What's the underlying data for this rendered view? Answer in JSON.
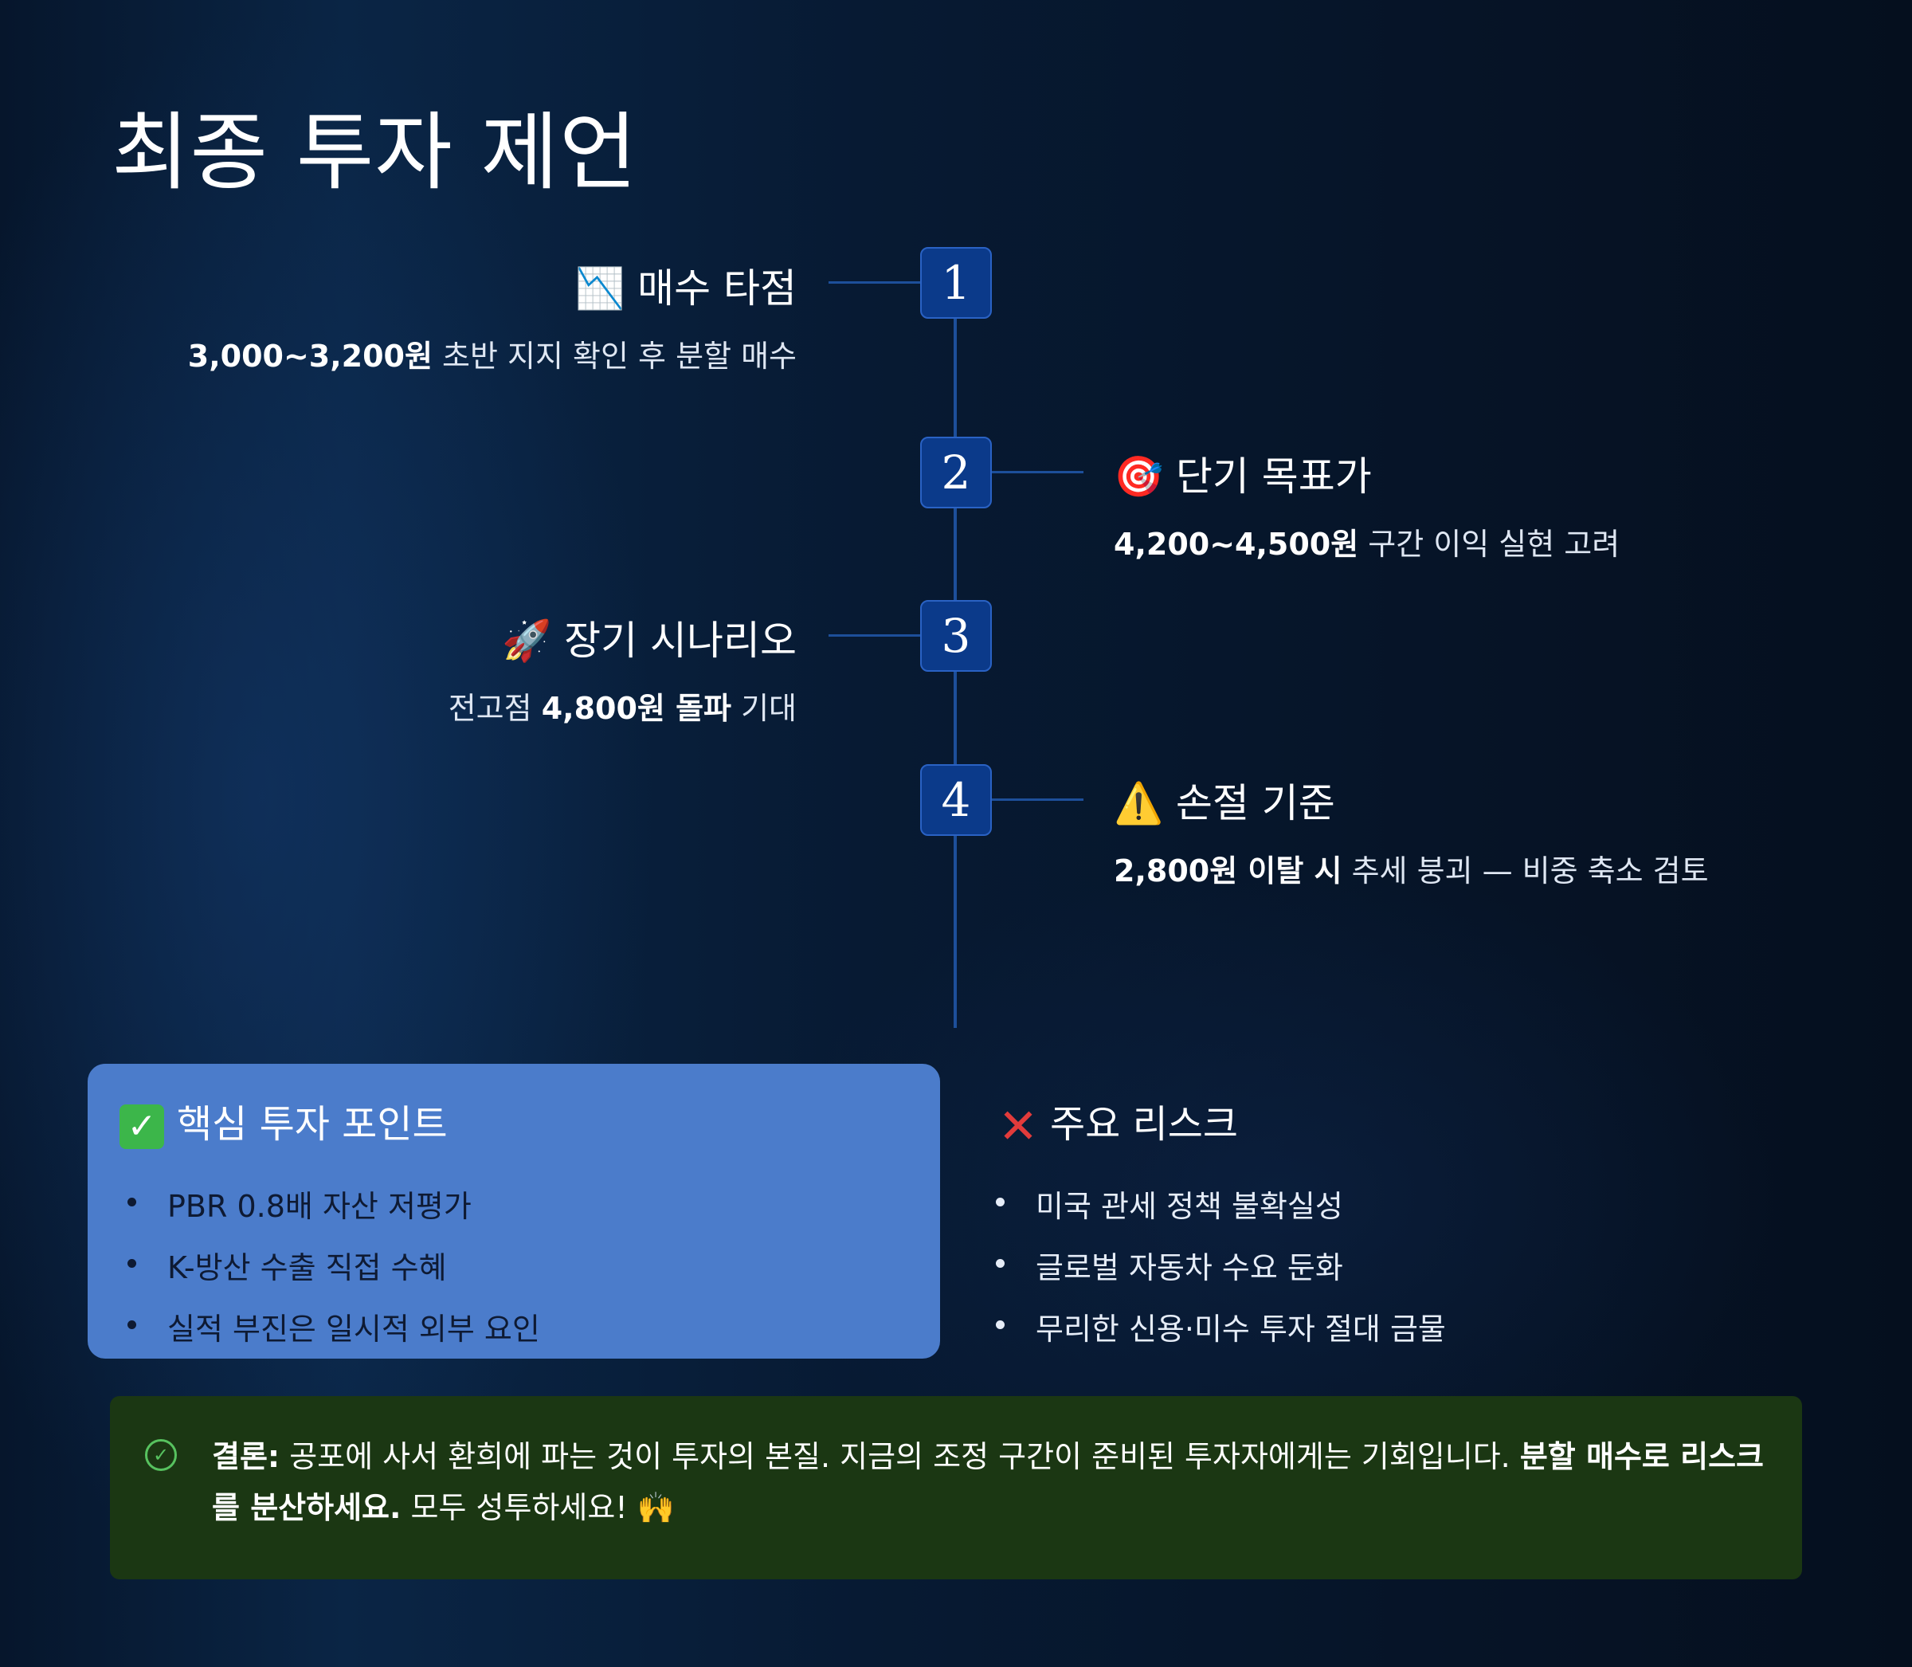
{
  "title": "최종 투자 제언",
  "steps": [
    {
      "number": "1",
      "icon": "chart-decreasing-icon",
      "emoji": "📉",
      "title": "매수 타점",
      "desc_bold": "3,000~3,200원",
      "desc_rest": " 초반 지지 확인 후 분할 매수"
    },
    {
      "number": "2",
      "icon": "target-icon",
      "emoji": "🎯",
      "title": "단기 목표가",
      "desc_bold": "4,200~4,500원",
      "desc_rest": " 구간 이익 실현 고려"
    },
    {
      "number": "3",
      "icon": "rocket-icon",
      "emoji": "🚀",
      "title": "장기 시나리오",
      "desc_pre": "전고점 ",
      "desc_bold": "4,800원 돌파",
      "desc_rest": " 기대"
    },
    {
      "number": "4",
      "icon": "warning-icon",
      "emoji": "⚠️",
      "title": "손절 기준",
      "desc_bold": "2,800원 이탈 시",
      "desc_rest": " 추세 붕괴 — 비중 축소 검토"
    }
  ],
  "points": {
    "check_glyph": "✓",
    "title": "핵심 투자 포인트",
    "items": [
      "PBR 0.8배 자산 저평가",
      "K-방산 수출 직접 수혜",
      "실적 부진은 일시적 외부 요인"
    ]
  },
  "risks": {
    "cross_glyph": "✕",
    "title": "주요 리스크",
    "items": [
      "미국 관세 정책 불확실성",
      "글로벌 자동차 수요 둔화",
      "무리한 신용·미수 투자 절대 금물"
    ]
  },
  "conclusion": {
    "check_glyph": "✓",
    "label": "결론:",
    "text1": " 공포에 사서 환희에 파는 것이 투자의 본질. 지금의 조정 구간이 준비된 투자자에게는 기회입니다. ",
    "bold2": "분할 매수로 리스크를 분산하세요.",
    "text3": " 모두 성투하세요! 🙌"
  },
  "colors": {
    "accent_blue": "#4b7ccb",
    "step_box": "#0b3a8a",
    "conclusion_bg": "#1b3713",
    "check_green": "#57c25f"
  }
}
